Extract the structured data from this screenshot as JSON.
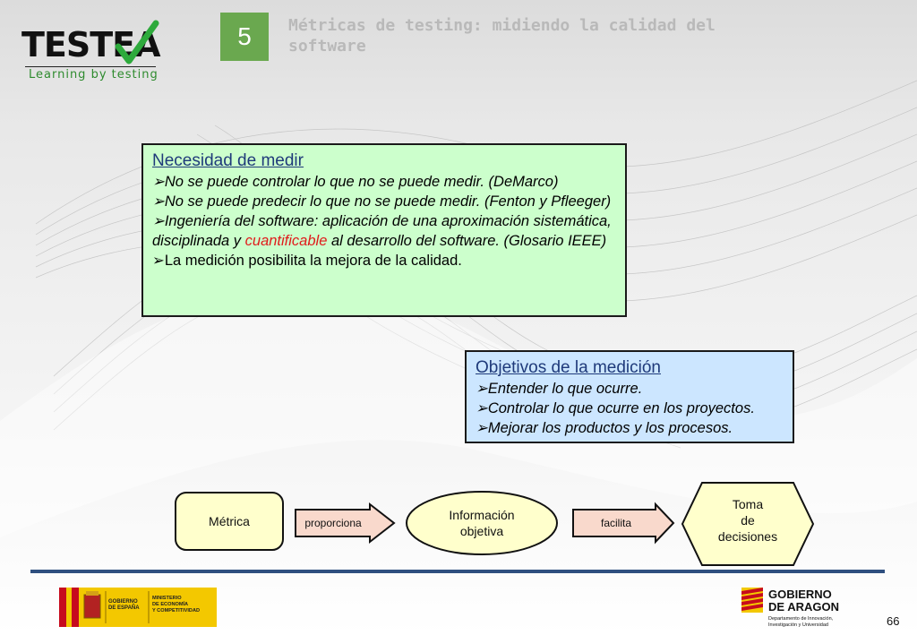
{
  "header": {
    "logo_name": "TESTEA",
    "logo_tagline": "Learning by testing",
    "section_number": "5",
    "section_title": "Métricas de testing: midiendo la calidad del software"
  },
  "box_necesidad": {
    "title": "Necesidad de medir",
    "items": [
      {
        "text": "No se puede controlar lo que no se puede medir. (DeMarco)"
      },
      {
        "text": "No se puede predecir lo que no se puede medir. (Fenton y Pfleeger)"
      },
      {
        "text_before": "Ingeniería del software: aplicación de una aproximación sistemática, disciplinada y ",
        "highlight": "cuantificable",
        "text_after": " al desarrollo del software. (Glosario IEEE)"
      },
      {
        "text": "La medición posibilita la mejora de la calidad."
      }
    ]
  },
  "box_objetivos": {
    "title": "Objetivos de la medición",
    "items": [
      {
        "text": "Entender lo que ocurre."
      },
      {
        "text": "Controlar lo que ocurre en los proyectos."
      },
      {
        "text": "Mejorar los productos y los procesos."
      }
    ]
  },
  "flow": {
    "metrica": "Métrica",
    "arrow1": "proporciona",
    "informacion_line1": "Información",
    "informacion_line2": "objetiva",
    "arrow2": "facilita",
    "toma_line1": "Toma",
    "toma_line2": "de",
    "toma_line3": "decisiones"
  },
  "footer": {
    "left_logo_text_1": "GOBIERNO DE ESPAÑA",
    "left_logo_text_2": "MINISTERIO DE ECONOMÍA Y COMPETITIVIDAD",
    "right_logo_title_1": "GOBIERNO",
    "right_logo_title_2": "DE ARAGON",
    "right_logo_sub_1": "Departamento de Innovación,",
    "right_logo_sub_2": "Investigación y Universidad",
    "page_number": "66"
  },
  "colors": {
    "green_box": "#ccffcc",
    "blue_box": "#cce6ff",
    "title_blue": "#1f3a7a",
    "highlight_red": "#e01b1b",
    "badge_green": "#6aa84f",
    "node_fill": "#ffffcc",
    "arrow_fill": "#f9d9cc"
  }
}
